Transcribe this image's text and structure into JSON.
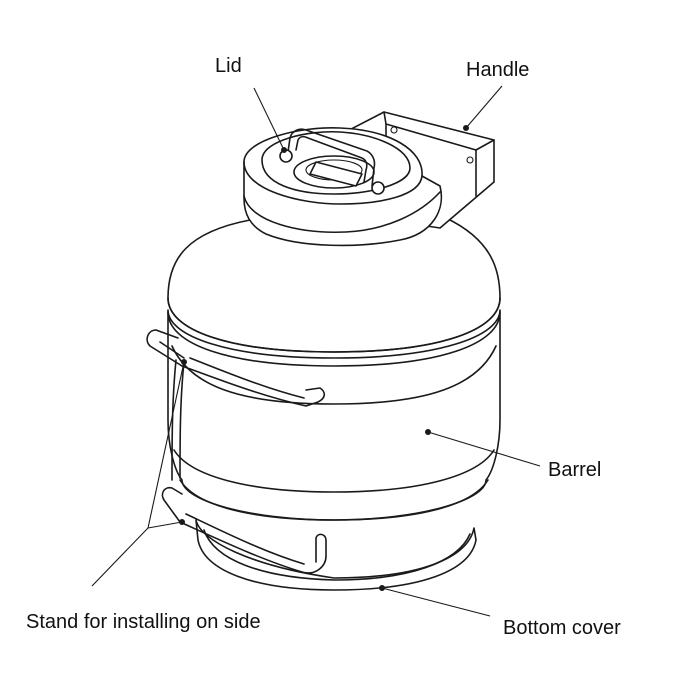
{
  "labels": {
    "lid": "Lid",
    "handle": "Handle",
    "barrel": "Barrel",
    "stand": "Stand for installing on side",
    "bottom_cover": "Bottom cover"
  },
  "colors": {
    "line": "#1a1a1a",
    "background": "#ffffff"
  }
}
